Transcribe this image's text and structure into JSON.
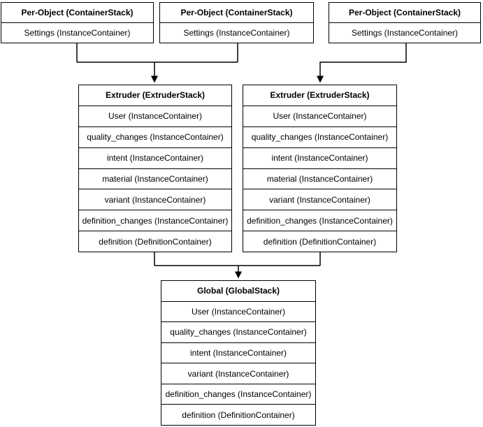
{
  "colors": {
    "background": "#ffffff",
    "box_fill": "#ffffff",
    "stroke": "#000000",
    "text": "#000000"
  },
  "boxes": [
    {
      "id": "per-object-1",
      "title": "Per-Object (ContainerStack)",
      "rows": [
        "Settings (InstanceContainer)"
      ]
    },
    {
      "id": "per-object-2",
      "title": "Per-Object (ContainerStack)",
      "rows": [
        "Settings (InstanceContainer)"
      ]
    },
    {
      "id": "per-object-3",
      "title": "Per-Object (ContainerStack)",
      "rows": [
        "Settings (InstanceContainer)"
      ]
    },
    {
      "id": "extruder-1",
      "title": "Extruder (ExtruderStack)",
      "rows": [
        "User (InstanceContainer)",
        "quality_changes (InstanceContainer)",
        "intent (InstanceContainer)",
        "material (InstanceContainer)",
        "variant (InstanceContainer)",
        "definition_changes (InstanceContainer)",
        "definition (DefinitionContainer)"
      ]
    },
    {
      "id": "extruder-2",
      "title": "Extruder (ExtruderStack)",
      "rows": [
        "User (InstanceContainer)",
        "quality_changes (InstanceContainer)",
        "intent (InstanceContainer)",
        "material (InstanceContainer)",
        "variant (InstanceContainer)",
        "definition_changes (InstanceContainer)",
        "definition (DefinitionContainer)"
      ]
    },
    {
      "id": "global",
      "title": "Global (GlobalStack)",
      "rows": [
        "User (InstanceContainer)",
        "quality_changes (InstanceContainer)",
        "intent (InstanceContainer)",
        "variant (InstanceContainer)",
        "definition_changes (InstanceContainer)",
        "definition (DefinitionContainer)"
      ]
    }
  ],
  "connections": [
    {
      "from": "per-object-1",
      "to": "extruder-1"
    },
    {
      "from": "per-object-2",
      "to": "extruder-1"
    },
    {
      "from": "per-object-3",
      "to": "extruder-2"
    },
    {
      "from": "extruder-1",
      "to": "global"
    },
    {
      "from": "extruder-2",
      "to": "global"
    }
  ]
}
